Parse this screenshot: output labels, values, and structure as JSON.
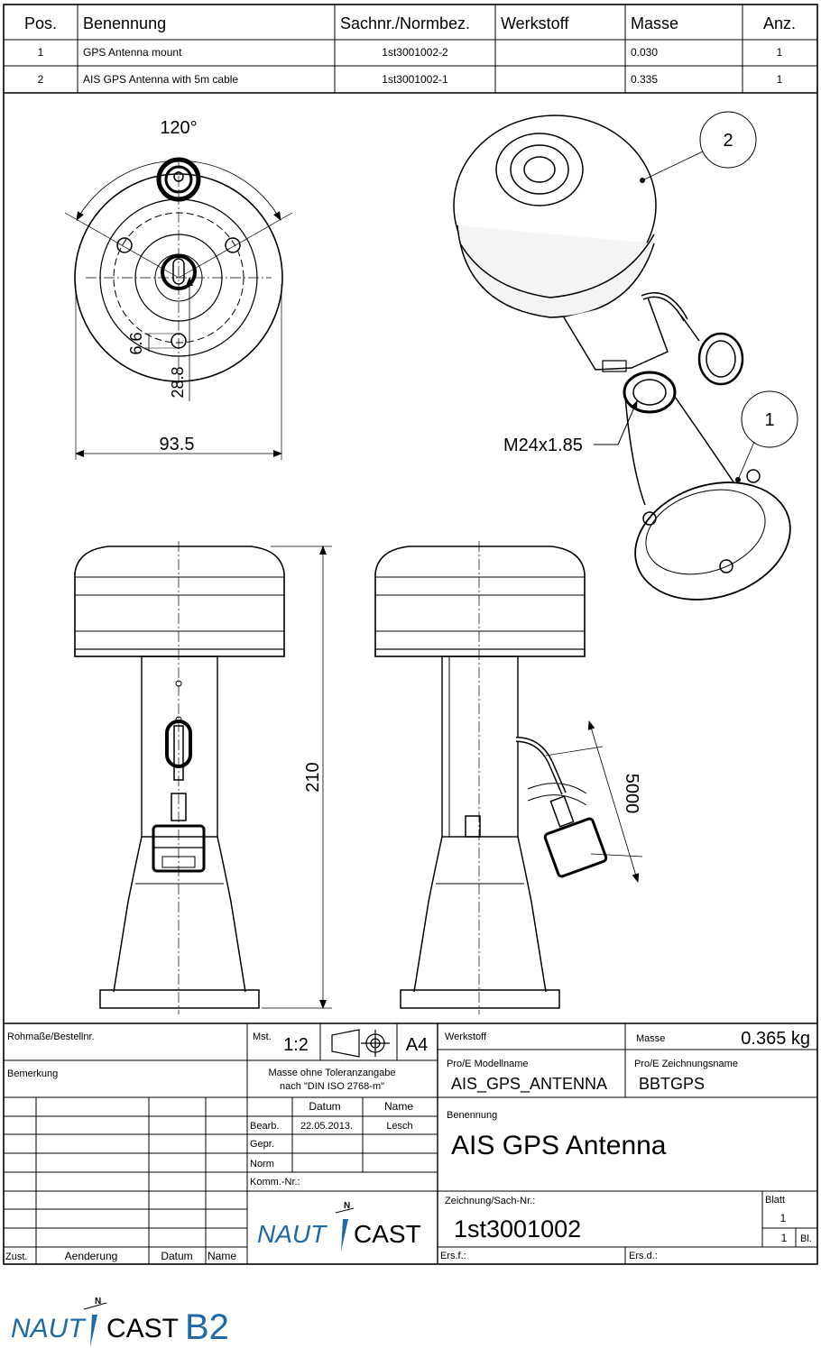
{
  "parts_list": {
    "headers": {
      "pos": "Pos.",
      "name": "Benennung",
      "number": "Sachnr./Normbez.",
      "material": "Werkstoff",
      "mass": "Masse",
      "qty": "Anz."
    },
    "rows": [
      {
        "pos": "1",
        "name": "GPS Antenna mount",
        "number": "1st3001002-2",
        "material": "",
        "mass": "0.030",
        "qty": "1"
      },
      {
        "pos": "2",
        "name": "AIS GPS Antenna with 5m cable",
        "number": "1st3001002-1",
        "material": "",
        "mass": "0.335",
        "qty": "1"
      }
    ]
  },
  "dimensions": {
    "angle": "120°",
    "d_hole": "6.6",
    "d_pcd_half": "28.8",
    "diameter": "93.5",
    "height": "210",
    "thread": "M24x1.85",
    "cable_length": "5000"
  },
  "balloons": {
    "antenna": "2",
    "mount": "1"
  },
  "title_block": {
    "raw_material_label": "Rohmaße/Bestellnr.",
    "remark_label": "Bemerkung",
    "scale_label": "Mst.",
    "scale_value": "1:2",
    "paper_size": "A4",
    "tolerance_note_1": "Masse ohne Toleranzangabe",
    "tolerance_note_2": "nach \"DIN ISO 2768-m\"",
    "date_col": "Datum",
    "name_col": "Name",
    "drawn_label": "Bearb.",
    "drawn_date": "22.05.2013.",
    "drawn_name": "Lesch",
    "checked_label": "Gepr.",
    "norm_label": "Norm",
    "commission_label": "Komm.-Nr.:",
    "change_labels": {
      "zone": "Zust.",
      "change": "Aenderung",
      "date": "Datum",
      "name": "Name"
    },
    "material_label": "Werkstoff",
    "mass_label": "Masse",
    "mass_value": "0.365 kg",
    "model_label": "Pro/E Modellname",
    "model_value": "AIS_GPS_ANTENNA",
    "drawing_name_label": "Pro/E Zeichnungsname",
    "drawing_name_value": "BBTGPS",
    "title_label": "Benennung",
    "title_value": "AIS GPS Antenna",
    "drawing_no_label": "Zeichnung/Sach-Nr.:",
    "drawing_no_value": "1st3001002",
    "sheet_label": "Blatt",
    "sheet_value": "1",
    "sheet_total": "1",
    "sheet_total_unit": "Bl.",
    "replaces_label": "Ers.f.:",
    "replaced_by_label": "Ers.d.:",
    "logo_left": "NAUT",
    "logo_right": "CAST",
    "logo_n": "N"
  },
  "footer": {
    "logo_left": "NAUT",
    "logo_right": "CAST",
    "logo_n": "N",
    "model": "B2"
  },
  "colors": {
    "line": "#000000",
    "logo_blue": "#1e6aa8",
    "body_gray": "#e8e8e8",
    "dark_gray": "#555555"
  }
}
